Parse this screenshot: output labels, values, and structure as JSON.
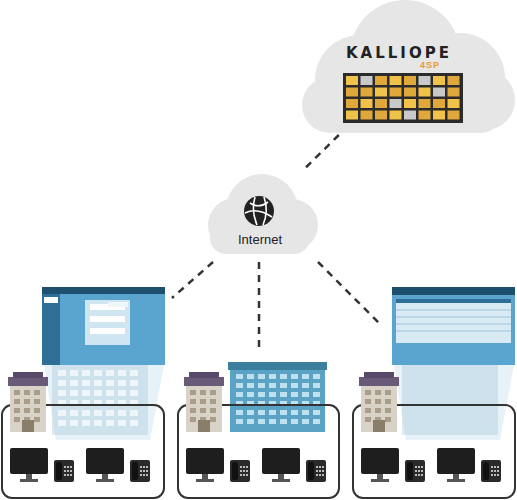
{
  "diagram": {
    "nodes": [
      {
        "text": [
          "KALLIOPE",
          "4SP"
        ]
      },
      {
        "text": [
          "Internet"
        ]
      }
    ],
    "edges": [
      {
        "from": 0,
        "to": 1,
        "arrow": "none"
      }
    ]
  }
}
